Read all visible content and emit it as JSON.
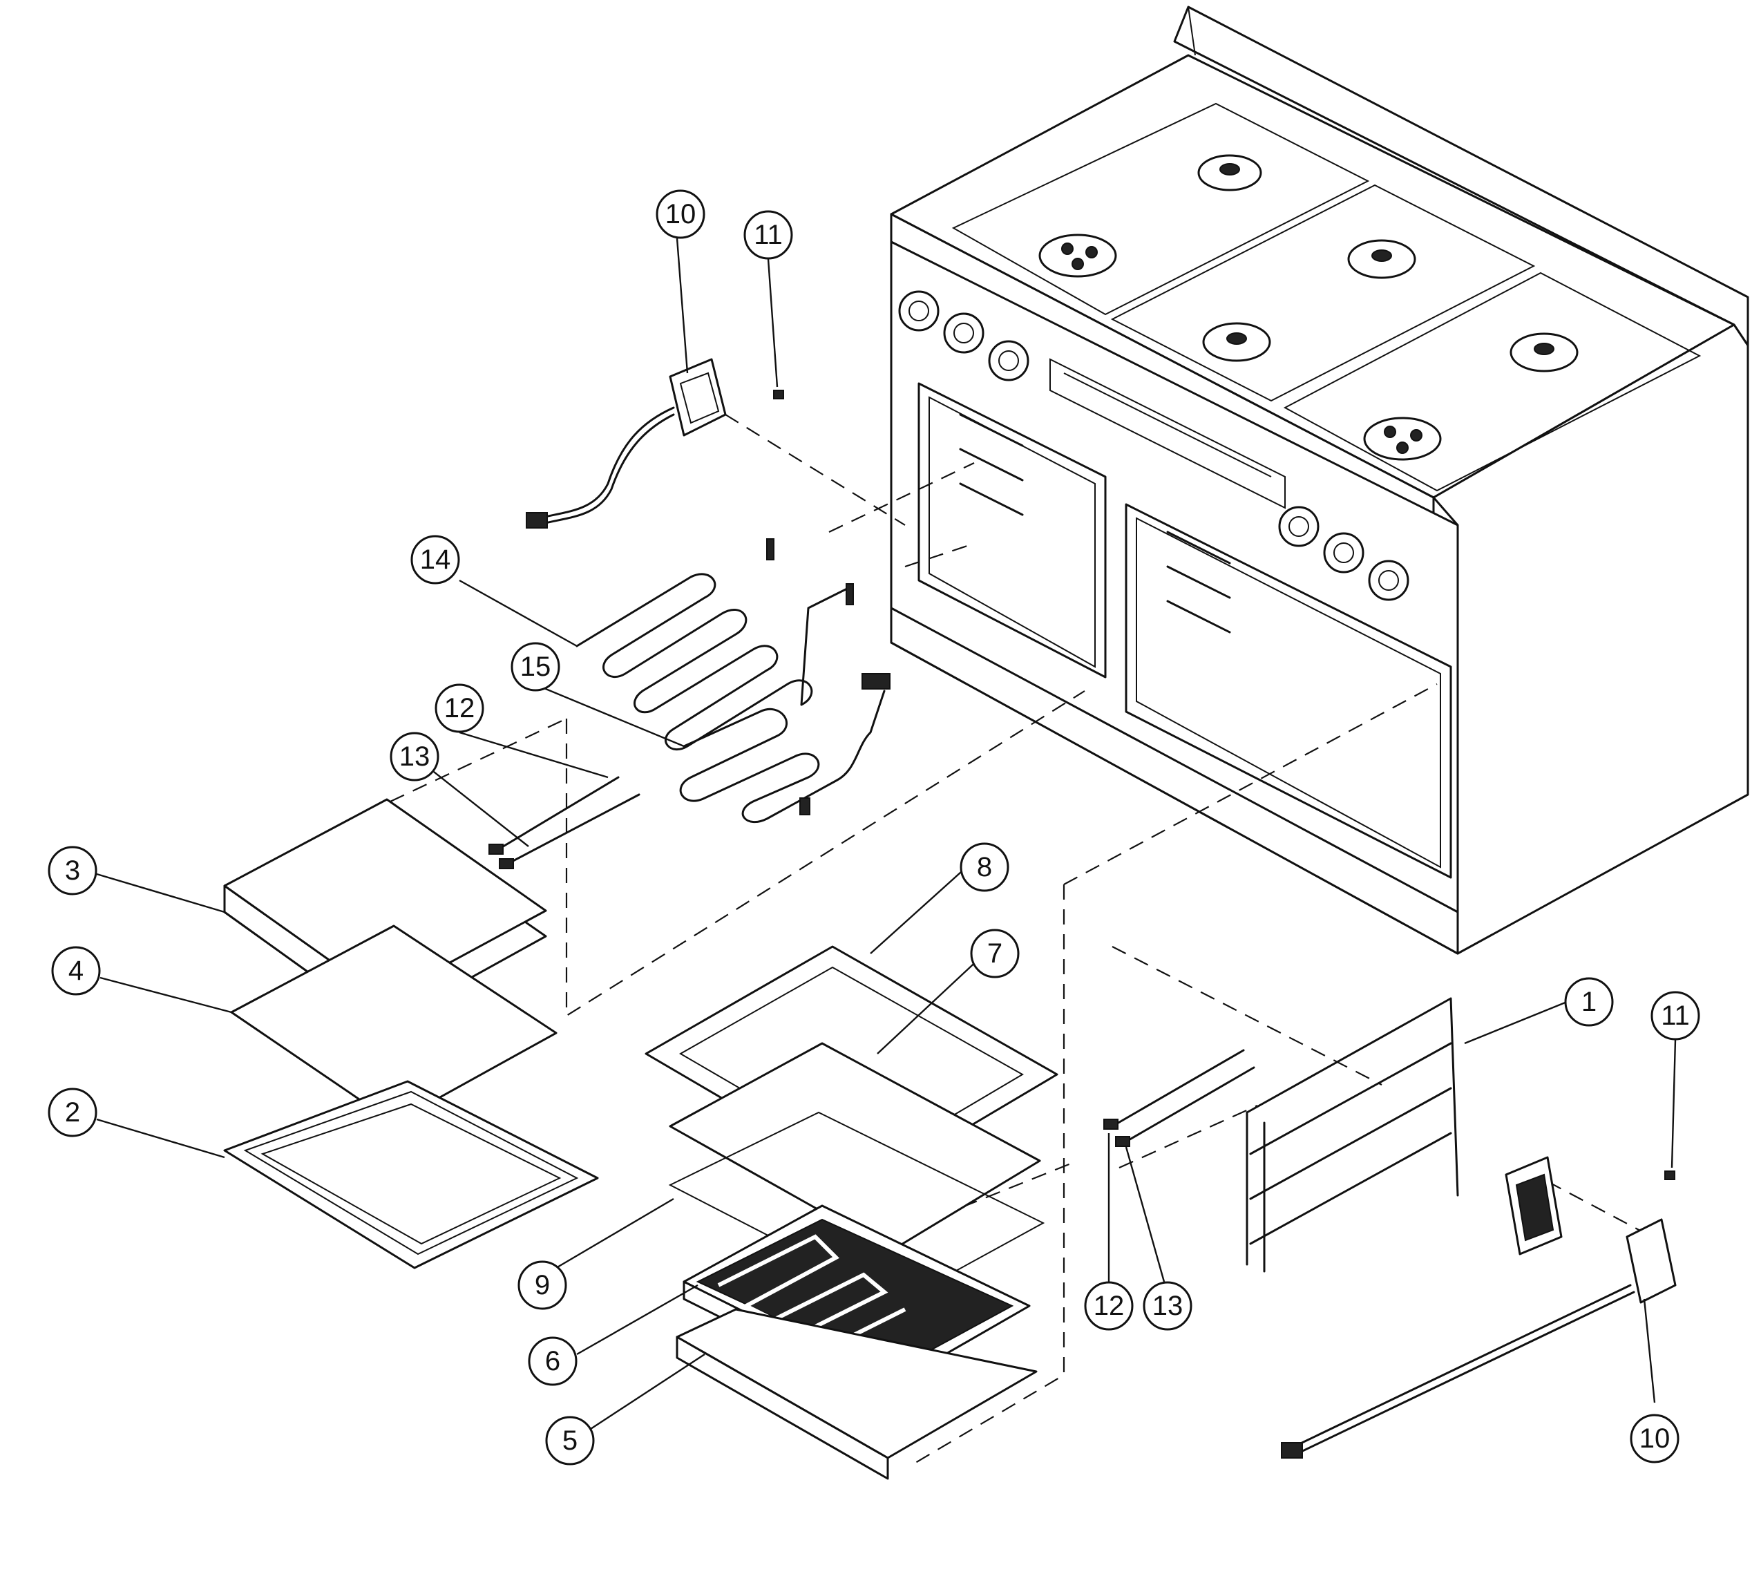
{
  "callouts": [
    {
      "id": "c1",
      "label": "1"
    },
    {
      "id": "c2",
      "label": "2"
    },
    {
      "id": "c3",
      "label": "3"
    },
    {
      "id": "c4",
      "label": "4"
    },
    {
      "id": "c5",
      "label": "5"
    },
    {
      "id": "c6",
      "label": "6"
    },
    {
      "id": "c7",
      "label": "7"
    },
    {
      "id": "c8",
      "label": "8"
    },
    {
      "id": "c9",
      "label": "9"
    },
    {
      "id": "c10a",
      "label": "10"
    },
    {
      "id": "c10b",
      "label": "10"
    },
    {
      "id": "c11a",
      "label": "11"
    },
    {
      "id": "c11b",
      "label": "11"
    },
    {
      "id": "c12a",
      "label": "12"
    },
    {
      "id": "c12b",
      "label": "12"
    },
    {
      "id": "c13a",
      "label": "13"
    },
    {
      "id": "c13b",
      "label": "13"
    },
    {
      "id": "c14",
      "label": "14"
    },
    {
      "id": "c15",
      "label": "15"
    }
  ]
}
